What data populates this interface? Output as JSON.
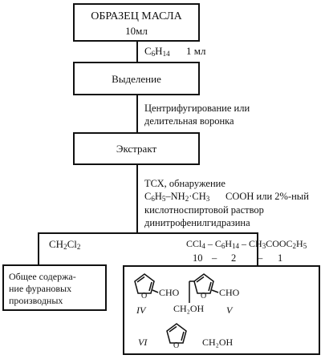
{
  "boxes": {
    "sample": {
      "line1": "ОБРАЗЕЦ МАСЛА",
      "line2": "10мл"
    },
    "isolation": {
      "label": "Выделение"
    },
    "extract": {
      "label": "Экстракт"
    },
    "total": {
      "line1": "Общее содержа-",
      "line2": "ние фурановых",
      "line3": "производных"
    }
  },
  "steps": {
    "hexane": {
      "amount": "1 мл"
    },
    "centrifuge": {
      "line1": "Центрифугирование или",
      "line2": "делительная воронка"
    },
    "tlc": {
      "line1": "ТСХ, обнаружение",
      "line2_tail": "COOH или 2%-ный",
      "line3": "кислотноспиртовой раствор",
      "line4": "динитрофенилгидразина"
    }
  },
  "solvents": {
    "ratio": {
      "a": "10",
      "b": "2",
      "c": "1"
    }
  },
  "compounds": {
    "iv": {
      "numeral": "IV",
      "group": "CHO"
    },
    "v": {
      "numeral": "V",
      "group": "CHO",
      "sub_group": "CH₂OH"
    },
    "vi": {
      "numeral": "VI",
      "group": "CH₂OH"
    }
  }
}
